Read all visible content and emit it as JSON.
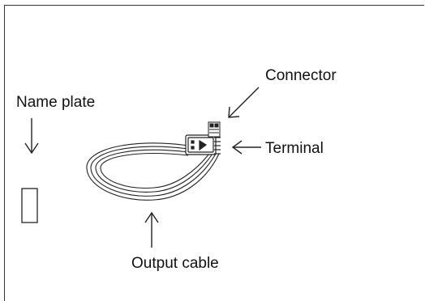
{
  "labels": {
    "connector": "Connector",
    "name_plate": "Name plate",
    "terminal": "Terminal",
    "output_cable": "Output cable"
  }
}
